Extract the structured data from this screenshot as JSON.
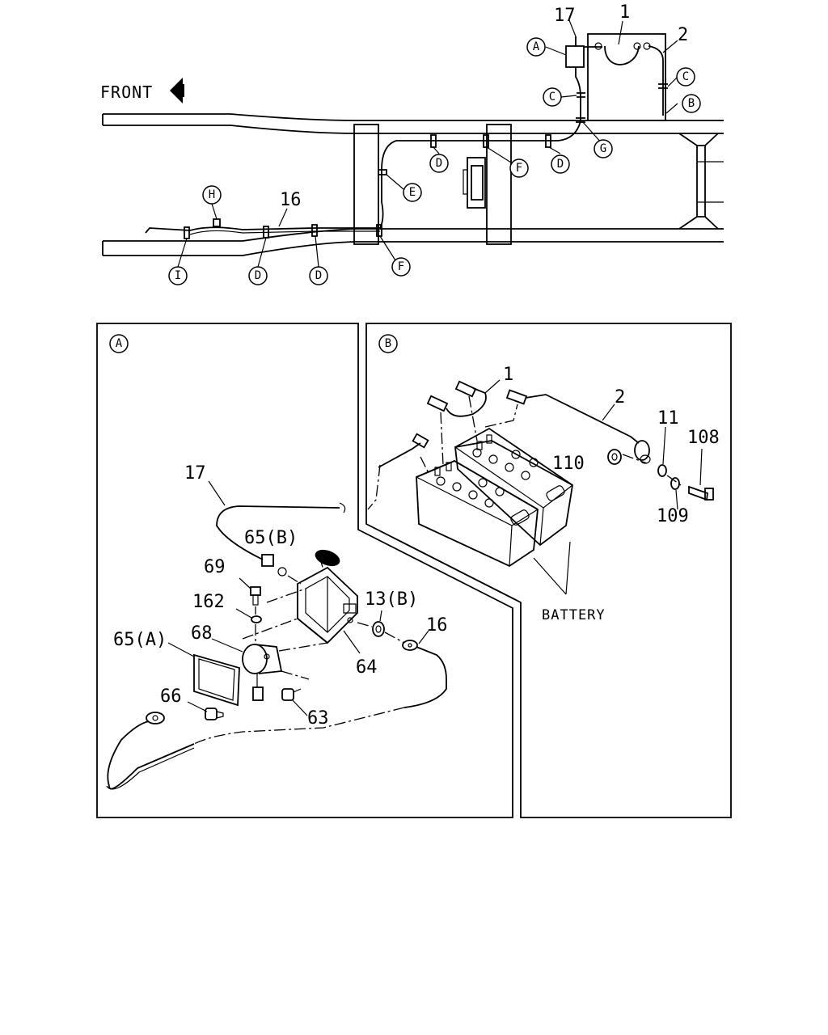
{
  "top_view": {
    "front_label": "FRONT",
    "refs": {
      "A": "A",
      "B": "B",
      "C1": "C",
      "C2": "C",
      "D1": "D",
      "D2": "D",
      "D3": "D",
      "D4": "D",
      "E": "E",
      "F1": "F",
      "F2": "F",
      "G": "G",
      "H": "H",
      "I": "I"
    },
    "parts": {
      "p17": "17",
      "p1": "1",
      "p2": "2",
      "p16": "16"
    }
  },
  "detail_a": {
    "marker": "A",
    "parts": {
      "p17": "17",
      "p65b": "65(B)",
      "p69": "69",
      "p162": "162",
      "p13b": "13(B)",
      "p16": "16",
      "p65a": "65(A)",
      "p68": "68",
      "p64": "64",
      "p66": "66",
      "p63": "63"
    }
  },
  "detail_b": {
    "marker": "B",
    "parts": {
      "p1": "1",
      "p2": "2",
      "p11": "11",
      "p108": "108",
      "p110": "110",
      "p109": "109"
    },
    "battery_label": "BATTERY"
  }
}
